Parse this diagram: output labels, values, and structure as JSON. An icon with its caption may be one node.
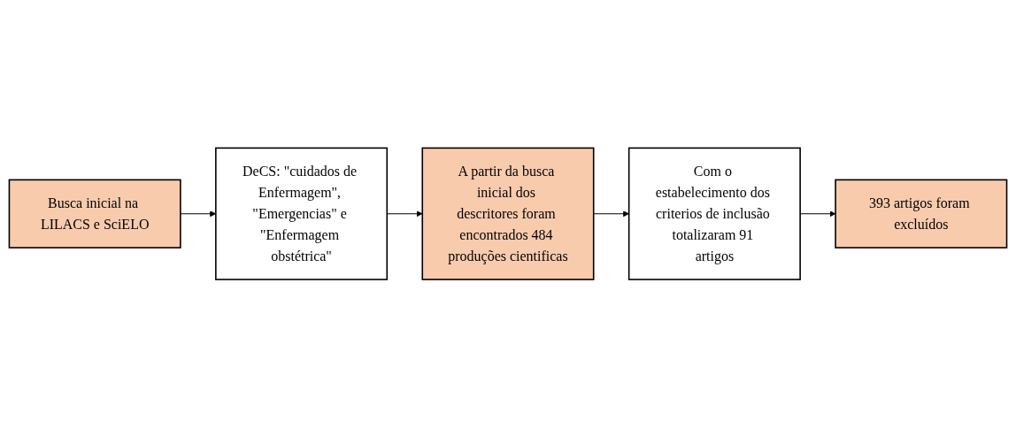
{
  "diagram": {
    "nodes": [
      {
        "text": [
          "Busca inicial na LILACS e SciELO"
        ]
      },
      {
        "text": [
          "DeCS: \"cuidados de Enfermagem\", \"Emergencias\" e \"Enfermagem obstétrica\""
        ]
      },
      {
        "text": [
          "A partir da busca inicial dos descritores foram encontrados 484 produções cientificas"
        ]
      },
      {
        "text": [
          "Com o estabelecimento dos criterios de inclusão totalizaram 91 artigos"
        ]
      },
      {
        "text": [
          "393 artigos foram excluídos"
        ]
      }
    ],
    "edges": [
      {
        "from": 0,
        "to": 1,
        "arrow": "to"
      },
      {
        "from": 1,
        "to": 2,
        "arrow": "to"
      },
      {
        "from": 2,
        "to": 3,
        "arrow": "to"
      },
      {
        "from": 3,
        "to": 4,
        "arrow": "to"
      }
    ]
  }
}
